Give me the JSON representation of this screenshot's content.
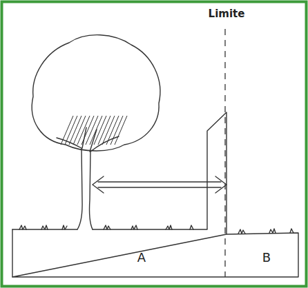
{
  "diagram": {
    "labels": [
      "Limite",
      "A",
      "B"
    ]
  }
}
